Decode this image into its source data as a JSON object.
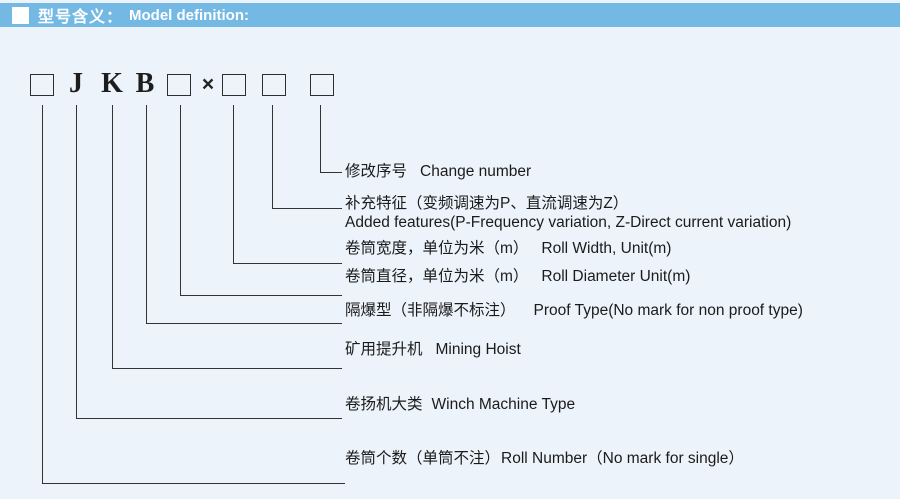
{
  "header": {
    "square_icon": "white-square",
    "title_zh": "型号含义：",
    "title_en": "Model definition:"
  },
  "model_code": {
    "letters": [
      "J",
      "K",
      "B"
    ],
    "multiply_sign": "×",
    "box_count": 5
  },
  "labels": [
    {
      "zh": "修改序号",
      "en": "Change number"
    },
    {
      "zh": "补充特征（变频调速为P、直流调速为Z）",
      "en": "Added features(P-Frequency variation, Z-Direct current variation)"
    },
    {
      "zh": "卷筒宽度，单位为米（m）",
      "en": "Roll Width, Unit(m)"
    },
    {
      "zh": "卷筒直径，单位为米（m）",
      "en": "Roll Diameter Unit(m)"
    },
    {
      "zh": "隔爆型（非隔爆不标注）",
      "en": "Proof Type(No mark for non proof type)"
    },
    {
      "zh": "矿用提升机",
      "en": "Mining Hoist"
    },
    {
      "zh": "卷扬机大类",
      "en": "Winch Machine Type"
    },
    {
      "zh": "卷筒个数（单筒不注）",
      "en": "Roll Number（No mark for single）"
    }
  ],
  "colors": {
    "header_bar": "#74b9e4",
    "page_background": "#ecf3fa",
    "line": "#333333",
    "text": "#1b1b1b"
  }
}
